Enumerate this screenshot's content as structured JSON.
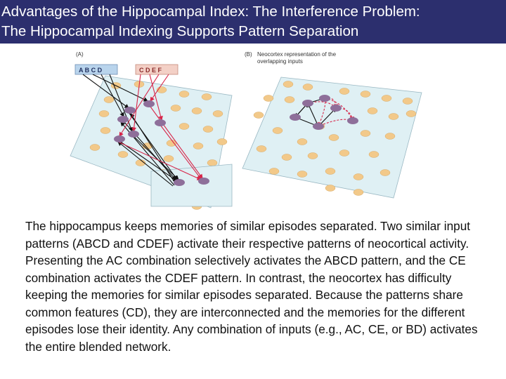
{
  "title": {
    "line1": "Advantages of the Hippocampal Index: The Interference Problem:",
    "line2": "The Hippocampal Indexing Supports Pattern Separation"
  },
  "figure": {
    "panel_a": {
      "label": "(A)",
      "inputs_left": "A B C D",
      "inputs_right": "C D E F"
    },
    "panel_b": {
      "label": "(B)",
      "caption_line1": "Neocortex representation of the",
      "caption_line2": "overlapping inputs"
    },
    "colors": {
      "title_bg": "#2c2f6e",
      "sheet": "#dff0f4",
      "dot": "#f2c98a",
      "node": "#8e6f9a",
      "black_arrow": "#111111",
      "red_arrow": "#d8264a",
      "input_left_box": "#b9d4ec",
      "input_right_box": "#f3d0c6"
    }
  },
  "caption": "The hippocampus keeps memories of similar episodes separated. Two similar input patterns (ABCD and CDEF) activate their respective patterns of neocortical activity. Presenting the AC combination selectively activates the ABCD pattern, and the CE combination activates the CDEF pattern. In contrast, the neocortex has difficulty keeping the memories for similar episodes separated. Because the patterns share common features (CD), they are interconnected and the memories for the different episodes lose their identity. Any combination of inputs (e.g., AC, CE, or BD) activates the entire blended network."
}
